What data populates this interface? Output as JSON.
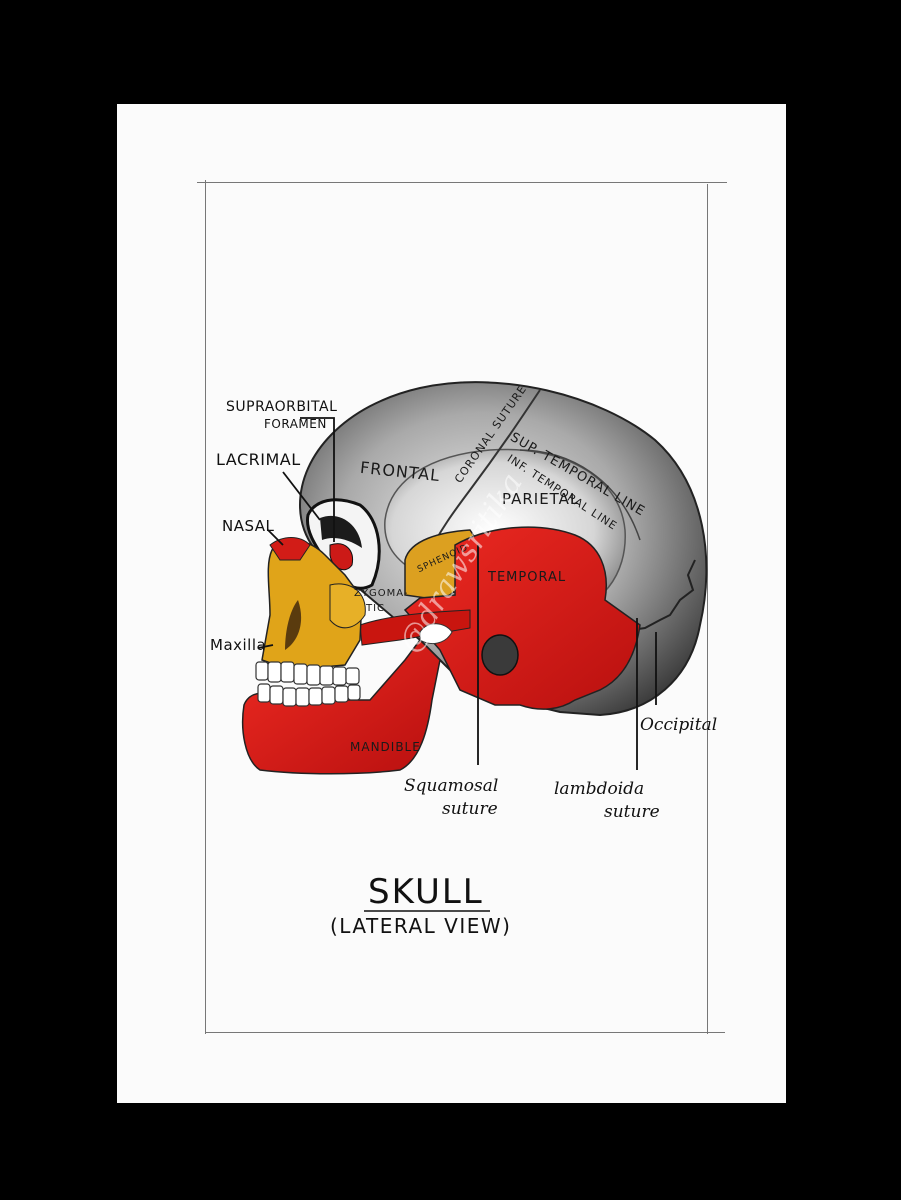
{
  "colors": {
    "background": "#000000",
    "paper": "#fbfbfb",
    "bone_gray": "#8a8a8a",
    "bone_red": "#d81b1b",
    "bone_yellow": "#e0a419",
    "ink": "#111111"
  },
  "labels": {
    "supraorbital_line1": "SUPRAORBITAL",
    "supraorbital_line2": "FORAMEN",
    "lacrimal": "LACRIMAL",
    "nasal": "NASAL",
    "maxilla": "Maxilla",
    "frontal": "FRONTAL",
    "coronal": "CORONAL SUTURE",
    "sup_temporal": "SUP. TEMPORAL LINE",
    "inf_temporal": "INF. TEMPORAL LINE",
    "parietal": "PARIETAL",
    "sphenoid": "SPHENOID",
    "temporal": "TEMPORAL",
    "zygomatic_line1": "ZYGOMA-",
    "zygomatic_line2": "TIC",
    "mandible": "MANDIBLE",
    "squamosal_line1": "Squamosal",
    "squamosal_line2": "suture",
    "lambdoidal_line1": "lambdoida",
    "lambdoidal_line2": "suture",
    "occipital": "Occipital"
  },
  "title": "SKULL",
  "subtitle": "(LATERAL VIEW)",
  "watermark": "@drawsritika"
}
